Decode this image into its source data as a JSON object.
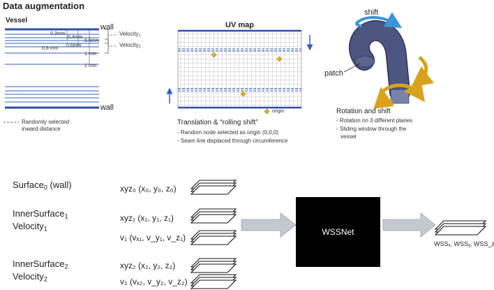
{
  "title": "Data augmentation",
  "vessel_panel": {
    "title": "Vessel",
    "wall_top": "wall",
    "wall_bottom": "wall",
    "velocity1": {
      "base": "Velocity",
      "sub": "1"
    },
    "velocity2": {
      "base": "Velocity",
      "sub": "2"
    },
    "distances": [
      "0.3mm",
      "0.4mm",
      "0.5mm",
      "0.6mm",
      "0.8 mm",
      "1 mm",
      "2 mm"
    ],
    "legend_line1": "Randomly selected",
    "legend_line2": "inward distance"
  },
  "uv_panel": {
    "title": "UV map",
    "origin_label": "origin",
    "caption_title": "Translation & “rolling shift”",
    "caption_items": [
      "- Random node selected as origin (0,0,0)",
      "- Seam line displaced through circumference"
    ],
    "accent_color": "#2f5fbf",
    "origin_color": "#e8b21c"
  },
  "rotation_panel": {
    "shift_label": "shift",
    "patch_label": "patch",
    "caption_title": "Rotation and shift",
    "caption_items": [
      "- Rotation on 3 different planes",
      "- Sliding window through the",
      "vessel"
    ],
    "vessel_color": "#7882a8",
    "arrow_blue": "#3a95d8",
    "arrow_gold": "#d9a21b"
  },
  "pipeline": {
    "surface0": {
      "base": "Surface",
      "sub": "0",
      "suffix": " (wall)"
    },
    "inner1": {
      "base": "InnerSurface",
      "sub": "1"
    },
    "vel1": {
      "base": "Velocity",
      "sub": "1"
    },
    "inner2": {
      "base": "InnerSurface",
      "sub": "2"
    },
    "vel2": {
      "base": "Velocity",
      "sub": "2"
    },
    "xyz0": "xyz₀ (x₀, y₀, z₀)",
    "xyz1": "xyz₁ (x₁, y₁, z₁)",
    "v1": "v₁  (vₓ₁, v_y₁, v_z₁)",
    "xyz2": "xyz₂ (x₂, y₂, z₂)",
    "v2": "v₂  (vₓ₂, v_y₂, v_z₂)",
    "network": "WSSNet",
    "output": "WSSₓ, WSSᵧ, WSS_z"
  }
}
